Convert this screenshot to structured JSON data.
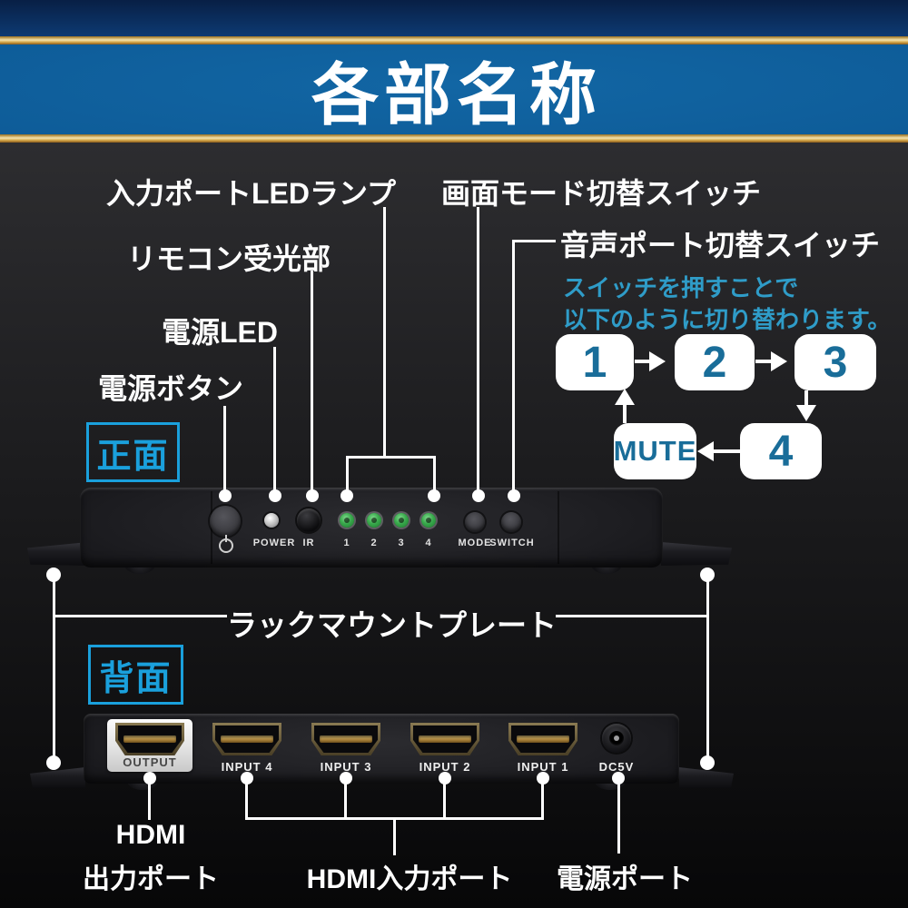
{
  "header": {
    "title": "各部名称"
  },
  "front": {
    "view_label": "正面",
    "callout_input_led": "入力ポートLEDランプ",
    "callout_ir": "リモコン受光部",
    "callout_power_led": "電源LED",
    "callout_power_button": "電源ボタン",
    "callout_mode_switch": "画面モード切替スイッチ",
    "callout_audio_switch": "音声ポート切替スイッチ",
    "note_line1": "スイッチを押すことで",
    "note_line2": "以下のように切り替わります。",
    "flow": {
      "step1": "1",
      "step2": "2",
      "step3": "3",
      "step4": "4",
      "mute": "MUTE"
    },
    "panel": {
      "power": "POWER",
      "ir": "IR",
      "led1": "1",
      "led2": "2",
      "led3": "3",
      "led4": "4",
      "mode": "MODE",
      "switch": "SWITCH"
    }
  },
  "rack": {
    "label": "ラックマウントプレート"
  },
  "back": {
    "view_label": "背面",
    "ports": {
      "output": "OUTPUT",
      "input4": "INPUT 4",
      "input3": "INPUT 3",
      "input2": "INPUT 2",
      "input1": "INPUT 1",
      "dc": "DC5V"
    },
    "callout_hdmi_out_1": "HDMI",
    "callout_hdmi_out_2": "出力ポート",
    "callout_hdmi_in": "HDMI入力ポート",
    "callout_power_port": "電源ポート"
  },
  "colors": {
    "accent_cyan": "#1aa0dc",
    "note_blue": "#2f9cc8",
    "flow_blue": "#196d99",
    "led_green": "#2f9e45",
    "gold": "#c9972f"
  }
}
